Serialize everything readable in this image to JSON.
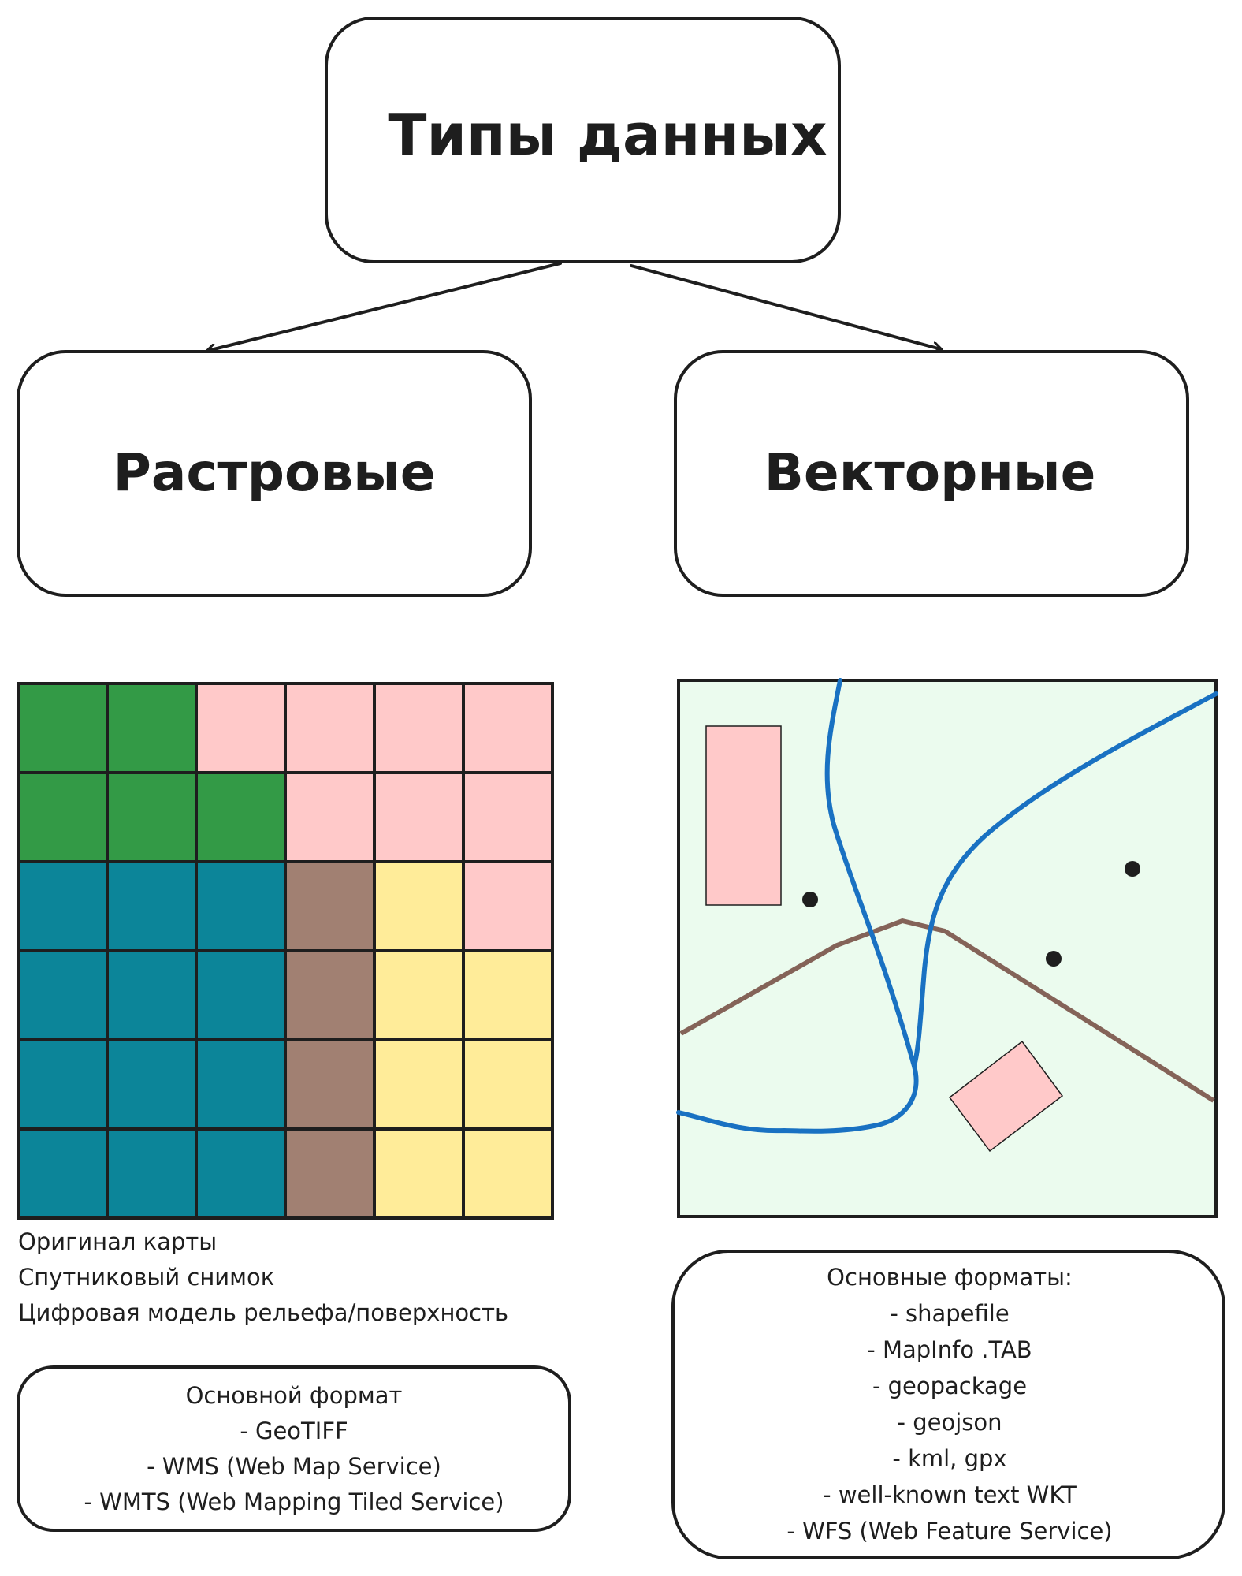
{
  "root": {
    "label": "Типы данных"
  },
  "branches": [
    {
      "label": "Растровые"
    },
    {
      "label": "Векторные"
    }
  ],
  "raster": {
    "palette": {
      "G": "#339a46",
      "P": "#ffc9c9",
      "T": "#0c8599",
      "B": "#a18072",
      "Y": "#ffec99"
    },
    "grid": [
      [
        "G",
        "G",
        "P",
        "P",
        "P",
        "P"
      ],
      [
        "G",
        "G",
        "G",
        "P",
        "P",
        "P"
      ],
      [
        "T",
        "T",
        "T",
        "B",
        "Y",
        "P"
      ],
      [
        "T",
        "T",
        "T",
        "B",
        "Y",
        "Y"
      ],
      [
        "T",
        "T",
        "T",
        "B",
        "Y",
        "Y"
      ],
      [
        "T",
        "T",
        "T",
        "B",
        "Y",
        "Y"
      ]
    ],
    "examples": [
      "Оригинал карты",
      "Спутниковый снимок",
      "Цифровая модель рельефа/поверхность"
    ],
    "formats": [
      "Основной формат",
      "- GeoTIFF",
      "- WMS (Web Map Service)",
      "- WMTS (Web Mapping Tiled Service)"
    ]
  },
  "vector": {
    "colors": {
      "background": "#ebfbee",
      "polygon": "#ffc9c9",
      "river": "#1971c2",
      "road": "#846358",
      "point": "#1e1e1e"
    },
    "formats": [
      "Основные форматы:",
      "- shapefile",
      "- MapInfo .TAB",
      "- geopackage",
      "- geojson",
      "- kml, gpx",
      "- well-known text WKT",
      "- WFS (Web Feature Service)"
    ]
  }
}
